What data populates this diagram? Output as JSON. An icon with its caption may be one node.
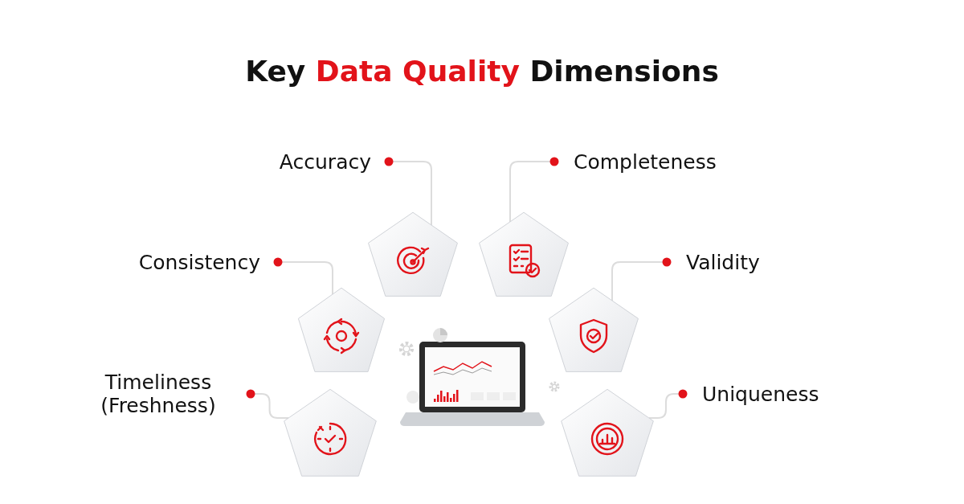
{
  "diagram": {
    "title": "Key Data Quality Dimensions",
    "nodes": [
      {
        "text": [
          "Accuracy"
        ]
      },
      {
        "text": [
          "Completeness"
        ]
      },
      {
        "text": [],
        "shape": "pentagon"
      },
      {
        "text": [],
        "shape": "pentagon"
      },
      {
        "text": [
          "Consistency"
        ]
      },
      {
        "text": [
          "Validity"
        ]
      },
      {
        "text": [],
        "shape": "pentagon"
      },
      {
        "text": [],
        "shape": "pentagon"
      },
      {
        "text": [
          "Timeliness (Freshness)"
        ]
      },
      {
        "text": [
          "Uniqueness"
        ]
      },
      {
        "text": [],
        "shape": "pentagon"
      },
      {
        "text": [],
        "shape": "pentagon"
      }
    ],
    "edges": [
      {
        "from": 0,
        "to": 2,
        "arrow": "other"
      },
      {
        "from": 1,
        "to": 3,
        "arrow": "other"
      },
      {
        "from": 4,
        "to": 6,
        "arrow": "other"
      },
      {
        "from": 5,
        "to": 7,
        "arrow": "other"
      },
      {
        "from": 8,
        "to": 10,
        "arrow": "other"
      },
      {
        "from": 9,
        "to": 11,
        "arrow": "other"
      }
    ]
  }
}
